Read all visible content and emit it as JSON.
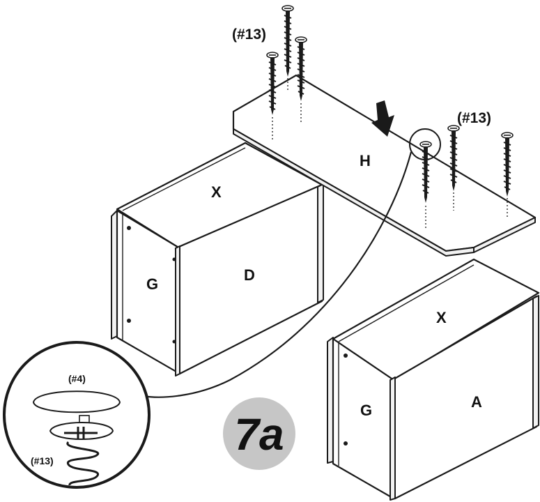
{
  "step": {
    "label": "7a",
    "badge_color": "#c6c6c6"
  },
  "callouts": {
    "screw_top_left": "(#13)",
    "screw_top_right": "(#13)"
  },
  "panels": {
    "top": "H",
    "left_cabinet": {
      "top": "X",
      "side": "G",
      "front": "D"
    },
    "right_cabinet": {
      "top": "X",
      "side": "G",
      "front": "A"
    }
  },
  "detail": {
    "cap_label": "(#4)",
    "screw_label": "(#13)"
  },
  "icons": [
    "down-arrow-icon",
    "screw-icon",
    "magnifier-circle-icon"
  ]
}
